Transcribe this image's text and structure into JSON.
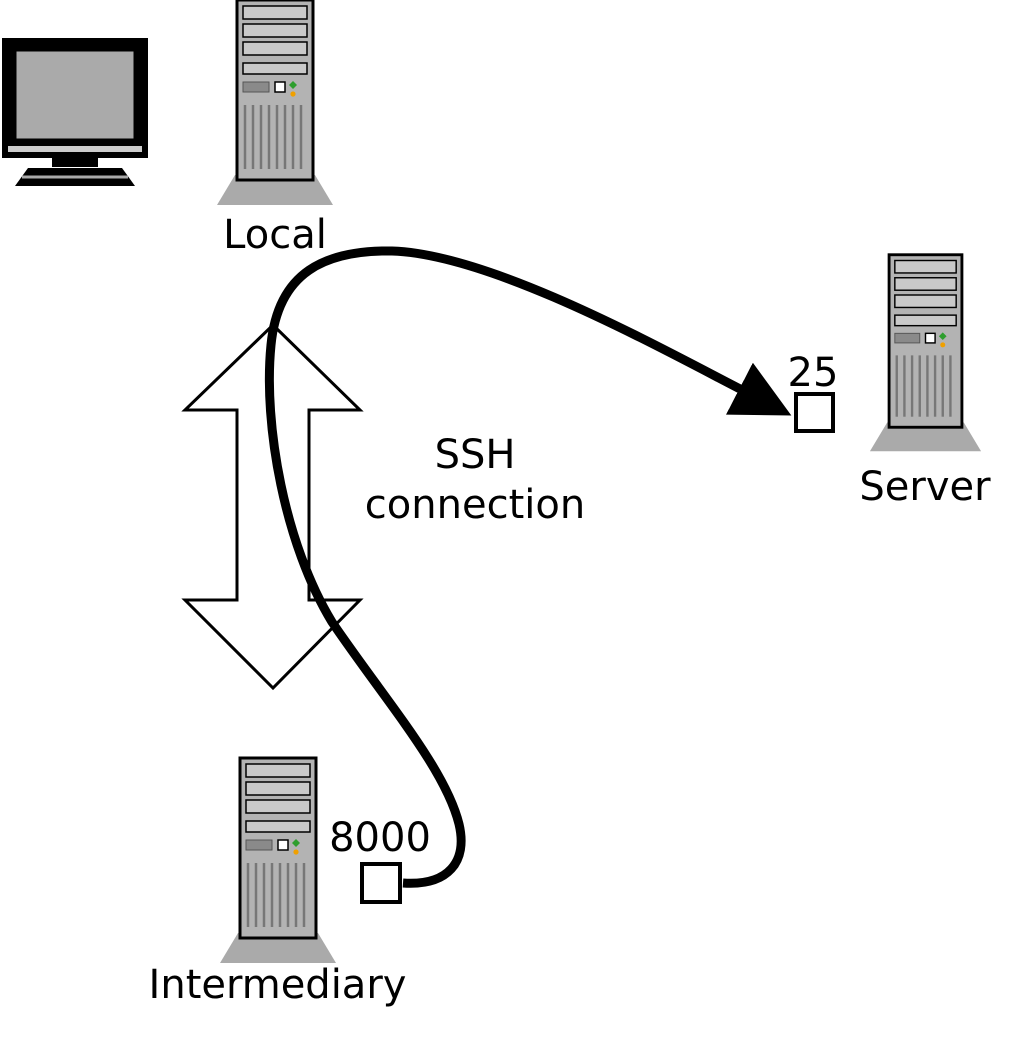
{
  "diagram": {
    "nodes": {
      "local": {
        "label": "Local"
      },
      "server": {
        "label": "Server",
        "port": "25"
      },
      "intermediary": {
        "label": "Intermediary",
        "port": "8000"
      }
    },
    "connection_label": "SSH connection",
    "colors": {
      "tower_body": "#b3b3b3",
      "tower_bay": "#c9c9c9",
      "tower_base": "#aaaaaa",
      "arrow_fill": "#ffffff",
      "line": "#000000"
    }
  }
}
